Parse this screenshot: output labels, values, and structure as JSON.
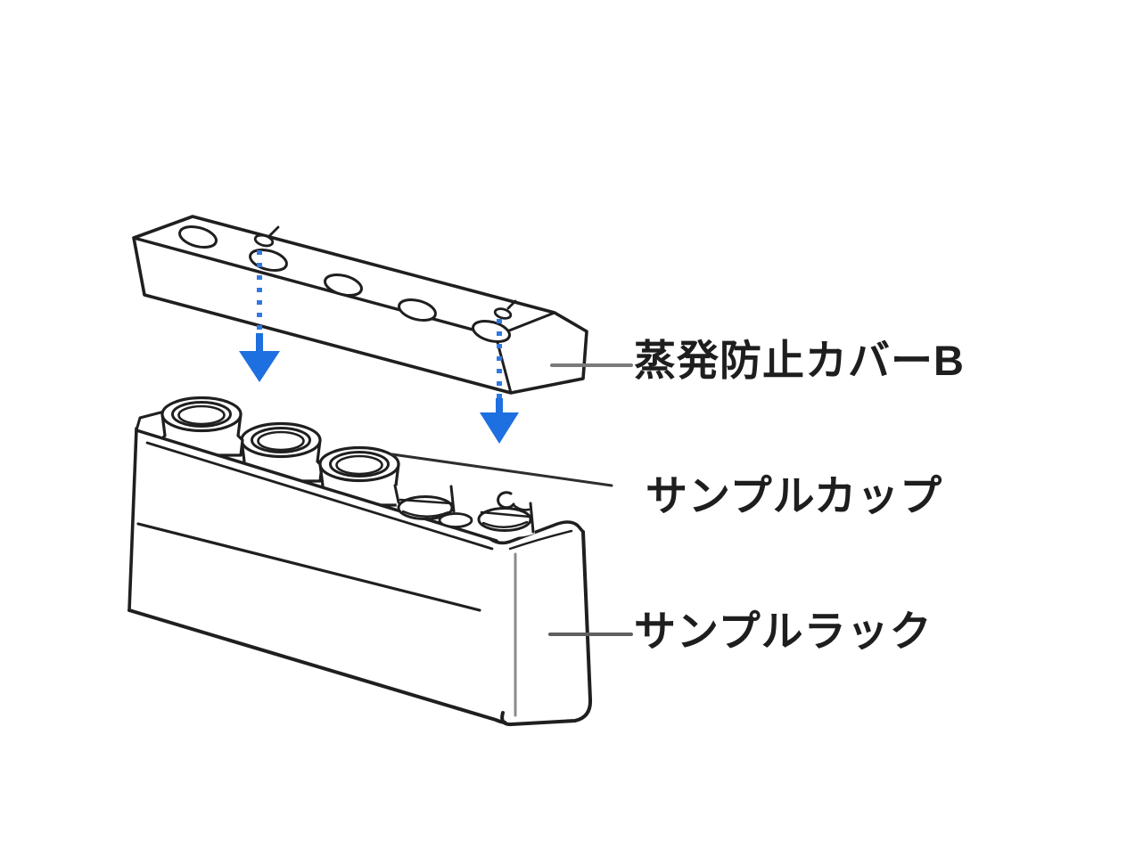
{
  "diagram": {
    "labels": {
      "cover": "蒸発防止カバーB",
      "sample_cup": "サンプルカップ",
      "sample_rack": "サンプルラック"
    },
    "parts": {
      "cover_hole_count": 5,
      "sample_cup_count": 3,
      "empty_slot_count": 2,
      "assembly_arrow_count": 2,
      "assembly_arrow_direction": "down"
    },
    "colors": {
      "line": "#1f1f1f",
      "arrow_blue": "#1e6fdf",
      "arrow_dot_blue": "#3079e3",
      "leader_gray": "#7a7a7a",
      "background": "#ffffff"
    }
  }
}
